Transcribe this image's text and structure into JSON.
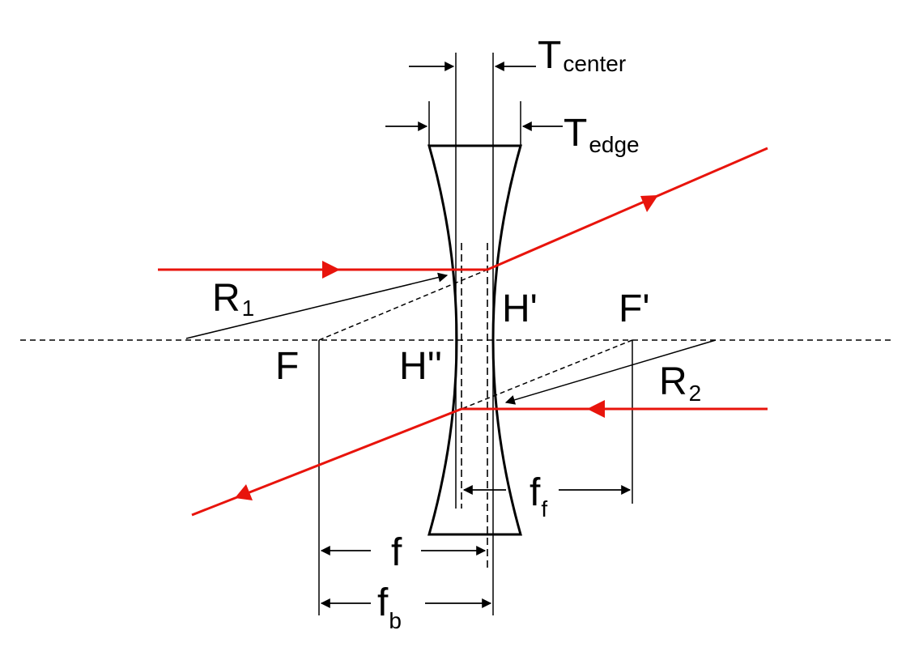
{
  "colors": {
    "ray": "#e8140c",
    "line": "#000000",
    "background": "#ffffff"
  },
  "labels": {
    "t_center_main": "T",
    "t_center_sub": "center",
    "t_edge_main": "T",
    "t_edge_sub": "edge",
    "r1_main": "R",
    "r1_sub": "1",
    "r2_main": "R",
    "r2_sub": "2",
    "h_prime": "H'",
    "h_double_prime": "H''",
    "f_point": "F",
    "f_prime_point": "F'",
    "f_main": "f",
    "ff_main": "f",
    "ff_sub": "f",
    "fb_main": "f",
    "fb_sub": "b"
  }
}
